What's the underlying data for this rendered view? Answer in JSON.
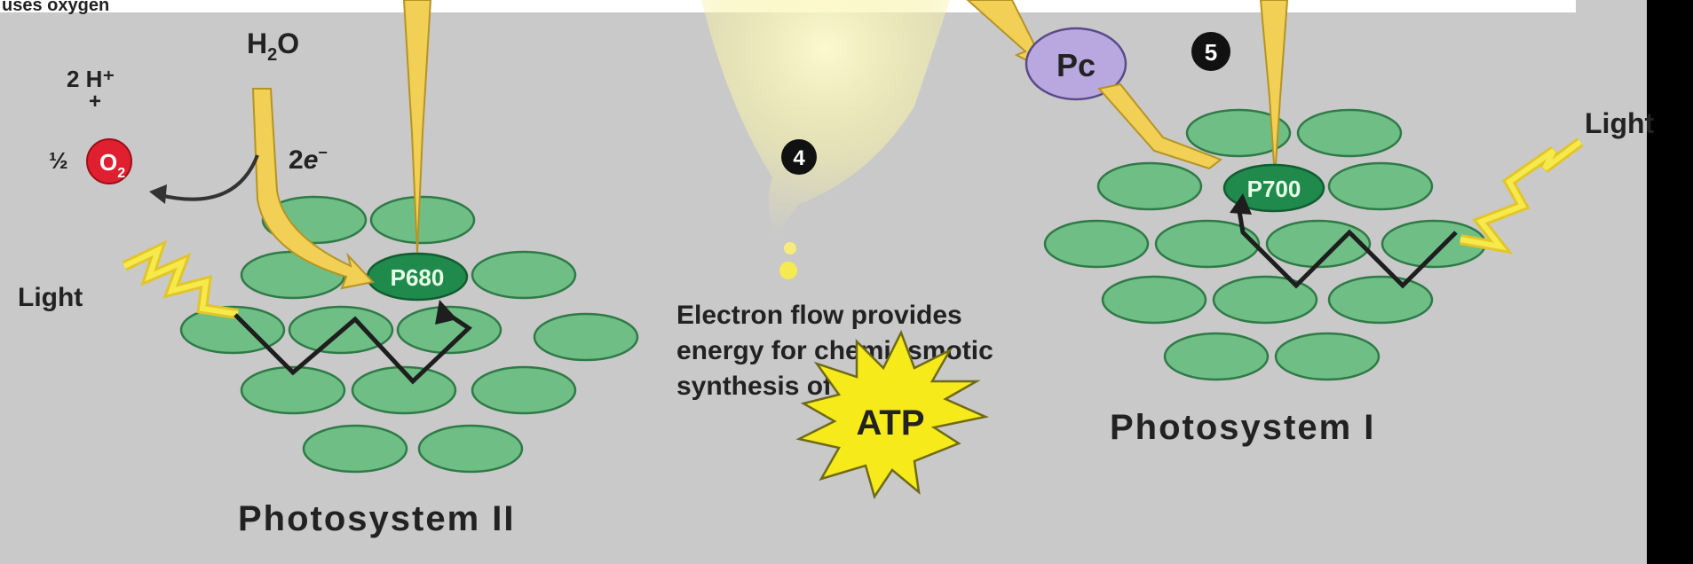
{
  "top_partial_text": "uses oxygen",
  "photosystem_ii": {
    "title": "Photosystem II",
    "reaction_center": "P680",
    "light_label": "Light",
    "water": {
      "h": "H",
      "sub": "2",
      "o": "O"
    },
    "protons": "2 H⁺",
    "plus": "+",
    "half": "½",
    "oxygen": {
      "o": "O",
      "sub": "2"
    },
    "electrons": {
      "coef": "2",
      "e": "e",
      "sup": "−"
    }
  },
  "step4": {
    "number": "4",
    "text_lines": [
      "Electron flow provides",
      "energy for chemiosmotic",
      "synthesis of"
    ],
    "product": "ATP"
  },
  "plastocyanin": "Pc",
  "photosystem_i": {
    "title": "Photosystem I",
    "reaction_center": "P700",
    "light_label": "Light",
    "step_number": "5"
  },
  "colors": {
    "background": "#c9c9c9",
    "disc_fill": "#6fbe86",
    "disc_stroke": "#2f7a47",
    "reaction_center": "#1f8a4c",
    "arrow_yellow": "#f2cf55",
    "arrow_outline": "#b59424",
    "oxygen_red": "#e02030",
    "pc_purple": "#b9a8df",
    "atp_yellow": "#f6ea1a"
  }
}
